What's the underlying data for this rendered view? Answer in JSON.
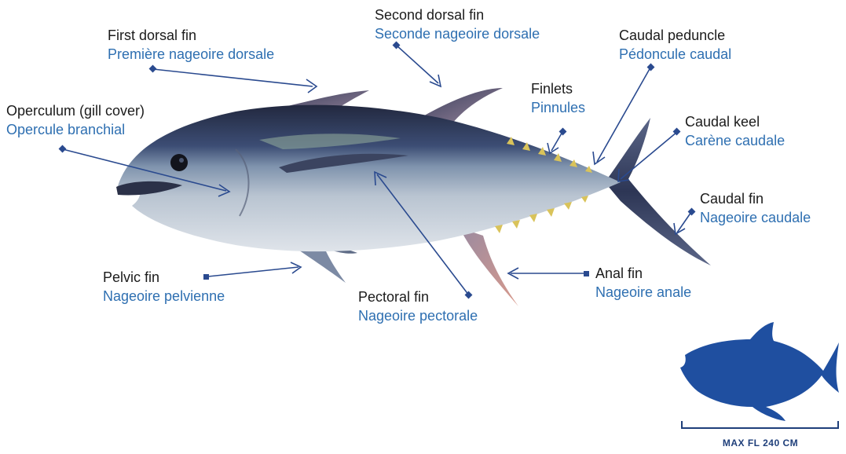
{
  "colors": {
    "label_en": "#1b1b1b",
    "label_fr": "#2e6fb1",
    "pointer": "#2a4a8f",
    "silhouette": "#1f4fa0"
  },
  "labels": [
    {
      "id": "first-dorsal-fin",
      "en": "First dorsal fin",
      "fr": "Première nageoire dorsale"
    },
    {
      "id": "second-dorsal-fin",
      "en": "Second dorsal fin",
      "fr": "Seconde nageoire dorsale"
    },
    {
      "id": "caudal-peduncle",
      "en": "Caudal peduncle",
      "fr": "Pédoncule caudal"
    },
    {
      "id": "operculum",
      "en": "Operculum (gill cover)",
      "fr": "Opercule branchial"
    },
    {
      "id": "finlets",
      "en": "Finlets",
      "fr": "Pinnules"
    },
    {
      "id": "caudal-keel",
      "en": "Caudal keel",
      "fr": "Carène caudale"
    },
    {
      "id": "caudal-fin",
      "en": "Caudal fin",
      "fr": "Nageoire caudale"
    },
    {
      "id": "pelvic-fin",
      "en": "Pelvic fin",
      "fr": "Nageoire pelvienne"
    },
    {
      "id": "pectoral-fin",
      "en": "Pectoral fin",
      "fr": "Nageoire pectorale"
    },
    {
      "id": "anal-fin",
      "en": "Anal fin",
      "fr": "Nageoire anale"
    }
  ],
  "size_badge": {
    "text": "MAX FL 240 CM",
    "icon": "tuna-silhouette-icon"
  }
}
